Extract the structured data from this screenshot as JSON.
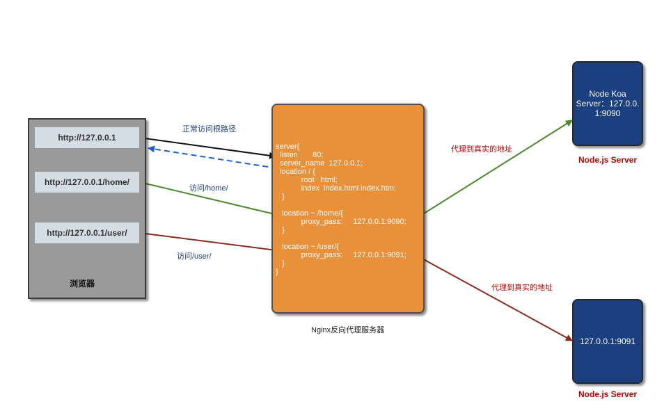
{
  "browser": {
    "label": "浏览器",
    "urls": [
      "http://127.0.0.1",
      "http://127.0.0.1/home/",
      "http://127.0.0.1/user/"
    ]
  },
  "nginx": {
    "label": "Nginx反向代理服务器",
    "config_lines": [
      "server{",
      "  listen       80;",
      "  server_name  127.0.0.1;",
      "  location / {",
      "            root   html;",
      "            index  index.html index.htm;",
      "   }",
      "",
      "   location ~ /home/{",
      "            proxy_pass:     127.0.0.1:9090;",
      "   }",
      "",
      "   location ~ /user/{",
      "            proxy_pass:     127.0.0.1:9091;",
      "   }",
      "}"
    ]
  },
  "servers": [
    {
      "text": "Node Koa\nServer：127.0.0.\n1:9090",
      "label": "Node.js Server"
    },
    {
      "text": "127.0.0.1:9091",
      "label": "Node.js Server"
    }
  ],
  "edges": {
    "root": "正常访问根路径",
    "home": "访问/home/",
    "user": "访问/user/",
    "proxy_top": "代理到真实的地址",
    "proxy_bottom": "代理到真实的地址"
  },
  "colors": {
    "black_arrow": "#111111",
    "blue_dashed": "#1f5fc8",
    "green_arrow": "#4a8a2a",
    "red_arrow": "#8b2a1a"
  }
}
